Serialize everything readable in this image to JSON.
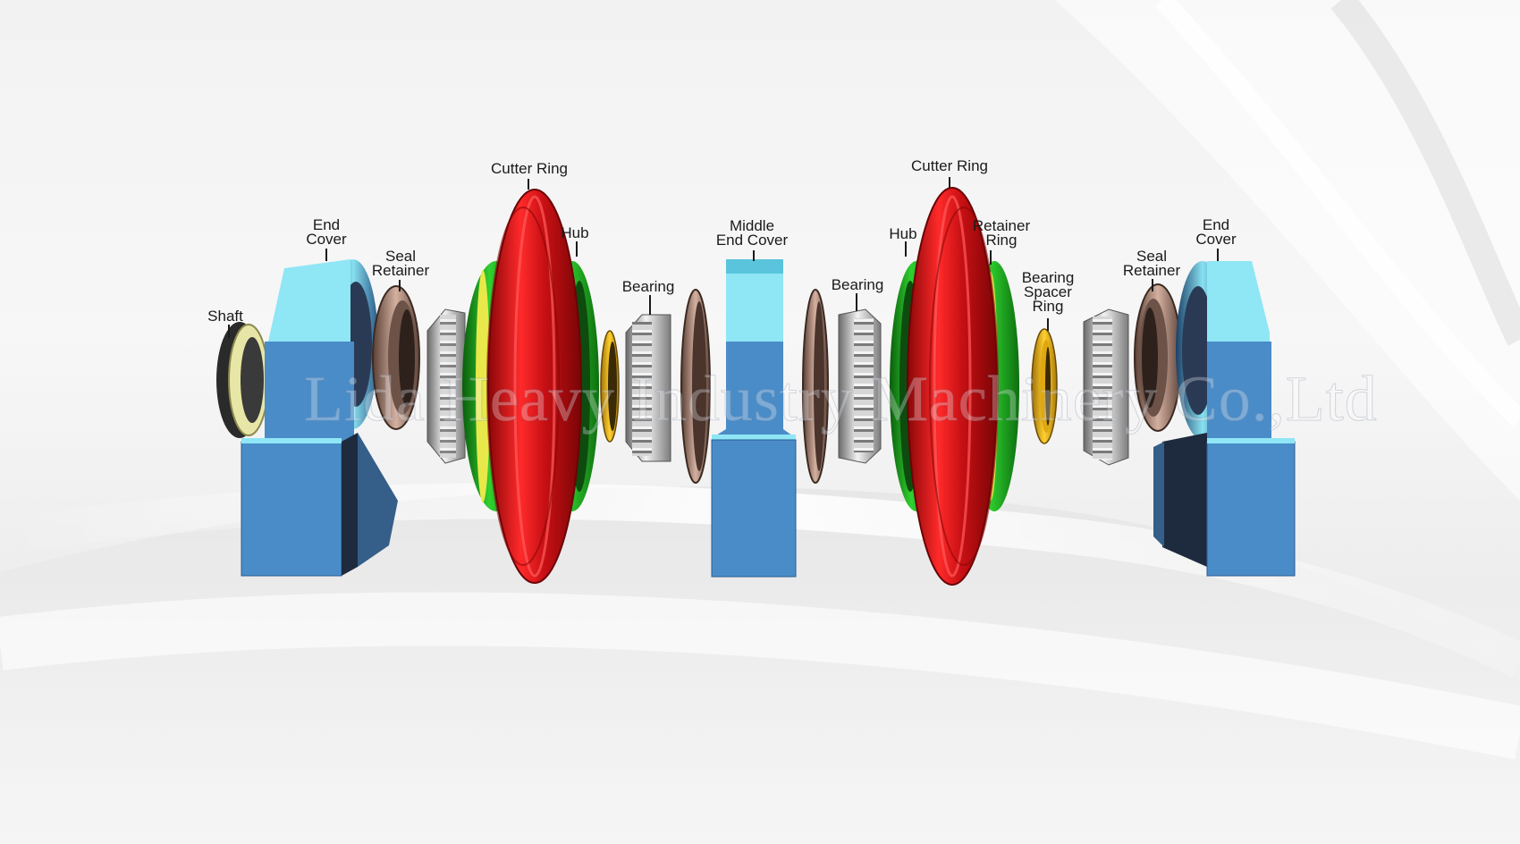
{
  "labels": {
    "shaft": "Shaft",
    "end_cover_left": "End\nCover",
    "seal_retainer_left": "Seal\nRetainer",
    "cutter_ring_left": "Cutter Ring",
    "hub_left": "Hub",
    "bearing_left": "Bearing",
    "middle_end_cover": "Middle\nEnd Cover",
    "bearing_right": "Bearing",
    "hub_right": "Hub",
    "cutter_ring_right": "Cutter Ring",
    "retainer_ring": "Retainer\nRing",
    "bearing_spacer_ring": "Bearing\nSpacer\nRing",
    "seal_retainer_right": "Seal\nRetainer",
    "end_cover_right": "End\nCover"
  },
  "watermark": "Lida Heavy Industry Machinery Co.,Ltd",
  "colors": {
    "end_cover": "#4a8cc8",
    "end_cover_top": "#8fe6f5",
    "cutter_ring": "#e0151a",
    "hub": "#1ea020",
    "yellow_band": "#e8e84a",
    "spacer_ring": "#f2c21a",
    "seal": "#b08a78",
    "bearing": "#c8c8c8",
    "shaft_face": "#e8e6a6"
  }
}
